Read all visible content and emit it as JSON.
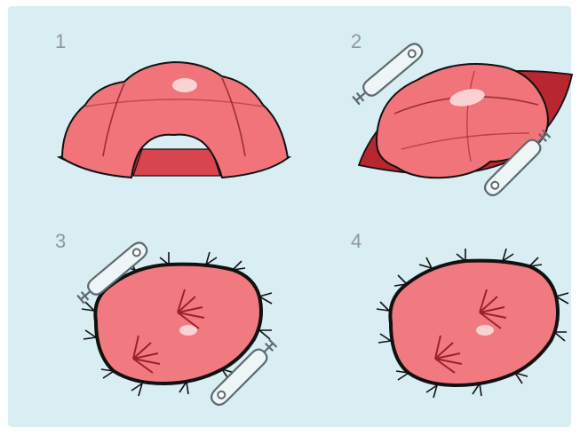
{
  "steps": [
    {
      "number": "1",
      "depicts": "intact-mucosal-bulge"
    },
    {
      "number": "2",
      "depicts": "bulge-grasped-by-two-clips"
    },
    {
      "number": "3",
      "depicts": "opened-lesion-with-sutures-and-clips"
    },
    {
      "number": "4",
      "depicts": "closed-lesion-with-sutures"
    }
  ],
  "colors": {
    "background": "#d8eef3",
    "tissue": "#f0747a",
    "tissue_light": "#f7a3a6",
    "tissue_dark": "#c93a45",
    "outline": "#111111",
    "clip_fill": "#eef5f7",
    "clip_stroke": "#5e6a70",
    "number": "#8f979b"
  }
}
